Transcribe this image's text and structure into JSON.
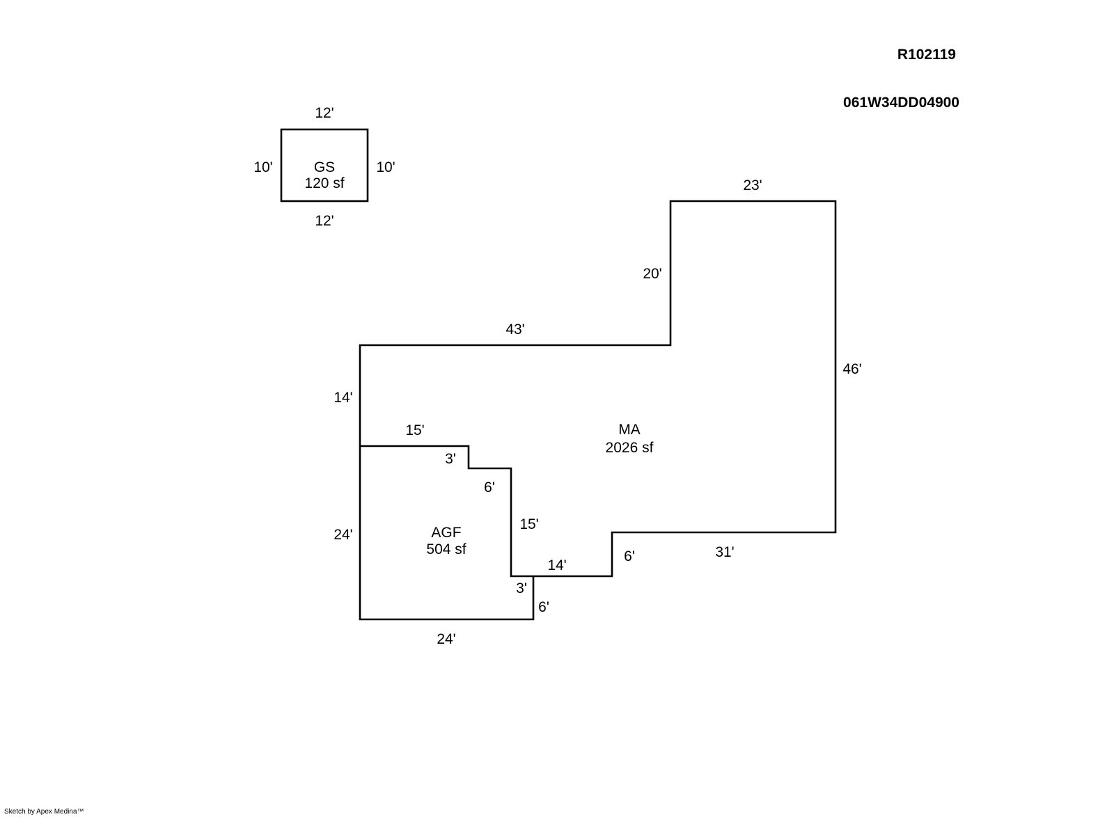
{
  "header": {
    "record_id": "R102119",
    "parcel_id": "061W34DD04900"
  },
  "footer": {
    "credit": "Sketch by Apex Medina™"
  },
  "areas": {
    "gs": {
      "code": "GS",
      "area": "120 sf"
    },
    "ma": {
      "code": "MA",
      "area": "2026 sf"
    },
    "agf": {
      "code": "AGF",
      "area": "504 sf"
    }
  },
  "dimensions": {
    "gs_top": "12'",
    "gs_bottom": "12'",
    "gs_left": "10'",
    "gs_right": "10'",
    "ma_top_right": "23'",
    "ma_notch_vertical": "20'",
    "ma_top_left": "43'",
    "ma_right": "46'",
    "ma_left_upper": "14'",
    "ma_bottom_right": "31'",
    "ma_step_right": "6'",
    "ma_bottom_middle": "14'",
    "agf_top": "15'",
    "agf_step1_vertical": "3'",
    "agf_step1_horizontal": "6'",
    "agf_right": "15'",
    "agf_left": "24'",
    "agf_bottom": "24'",
    "agf_corner_top": "3'",
    "agf_corner_right": "6'"
  }
}
